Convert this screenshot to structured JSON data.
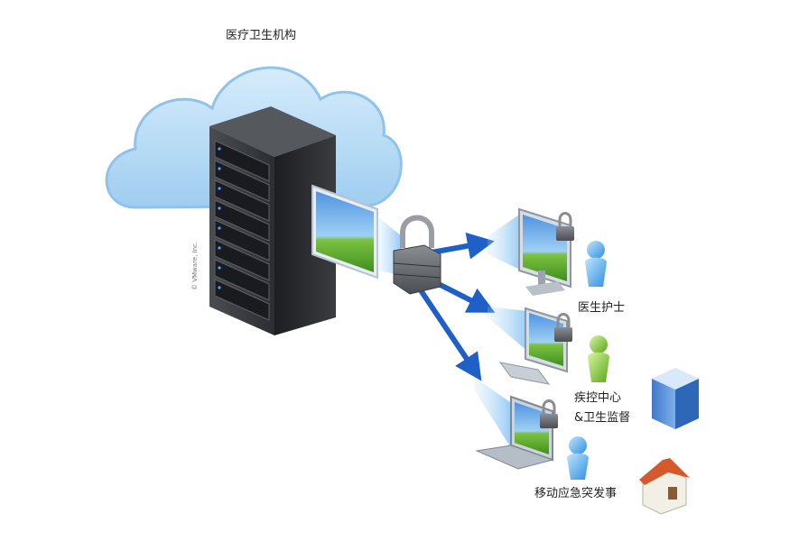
{
  "title": "医疗卫生机构",
  "copyright": "© VMware, Inc.",
  "nodes": {
    "doctors": "医生护士",
    "cdc_line1": "疾控中心",
    "cdc_line2": "&卫生监督",
    "mobile": "移动应急突发事"
  },
  "icons": [
    "cloud-icon",
    "server-rack-icon",
    "virtual-desktop-icon",
    "padlock-icon",
    "desktop-monitor-icon",
    "laptop-icon",
    "person-icon",
    "office-building-icon",
    "house-icon"
  ]
}
